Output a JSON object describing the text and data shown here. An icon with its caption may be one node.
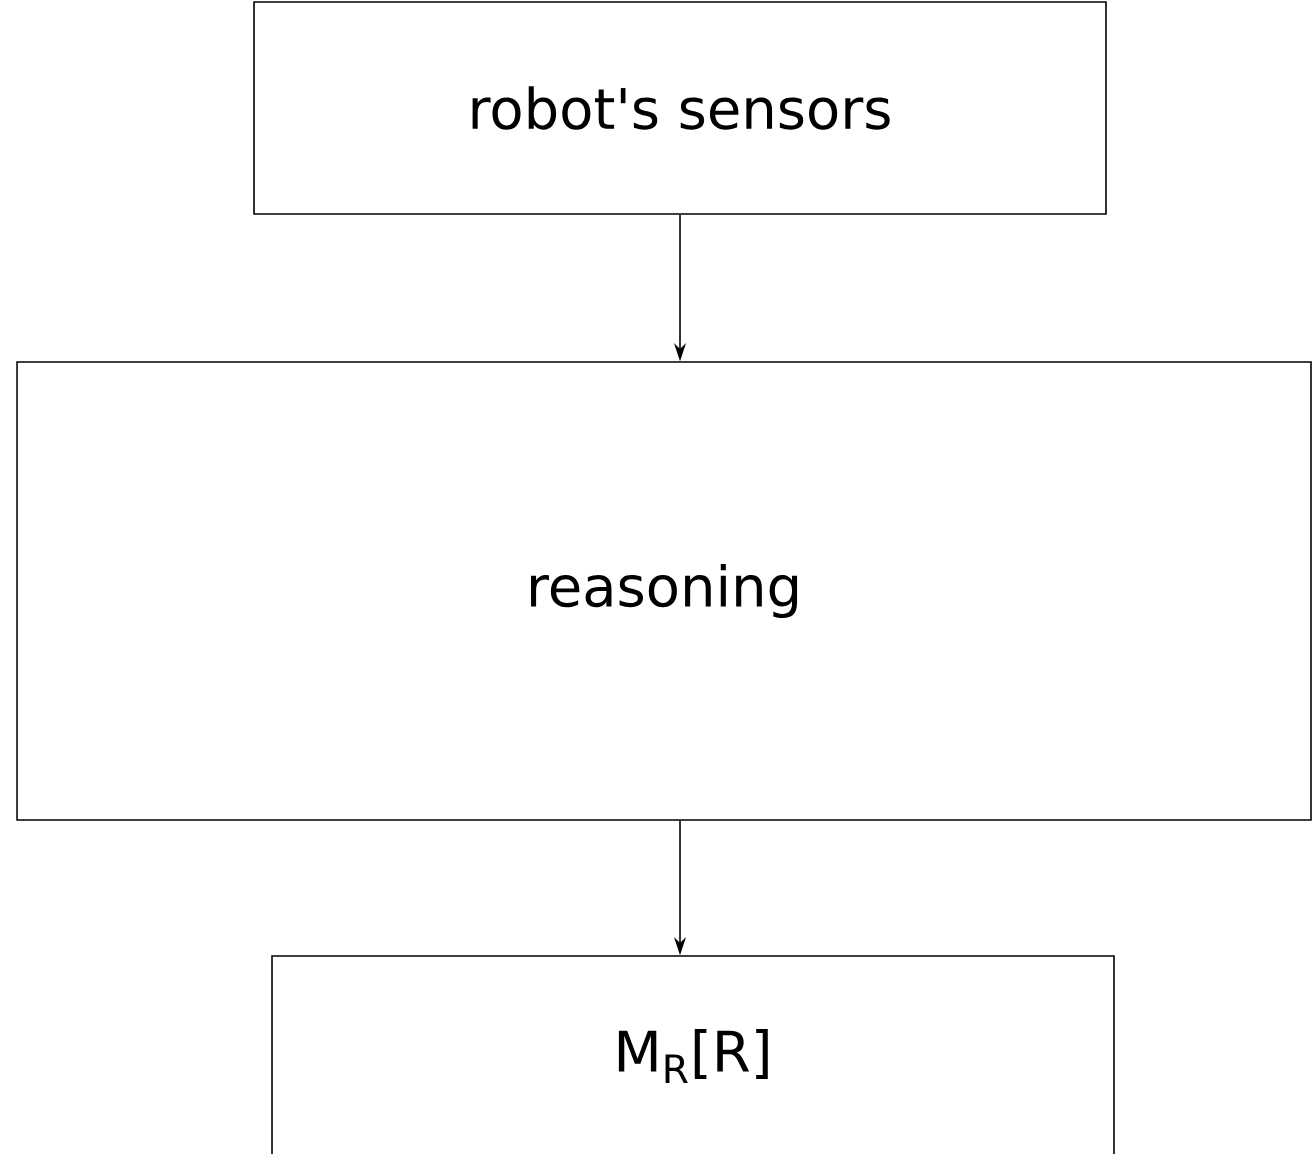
{
  "diagram": {
    "nodes": [
      {
        "text": [
          "robot's sensors"
        ]
      },
      {
        "text": [
          "reasoning"
        ]
      },
      {
        "text": [
          "M$_{R}$[R]"
        ]
      }
    ],
    "edges": [
      {
        "from": 0,
        "to": 1,
        "arrow": "to"
      },
      {
        "from": 1,
        "to": 2,
        "arrow": "to"
      }
    ]
  }
}
